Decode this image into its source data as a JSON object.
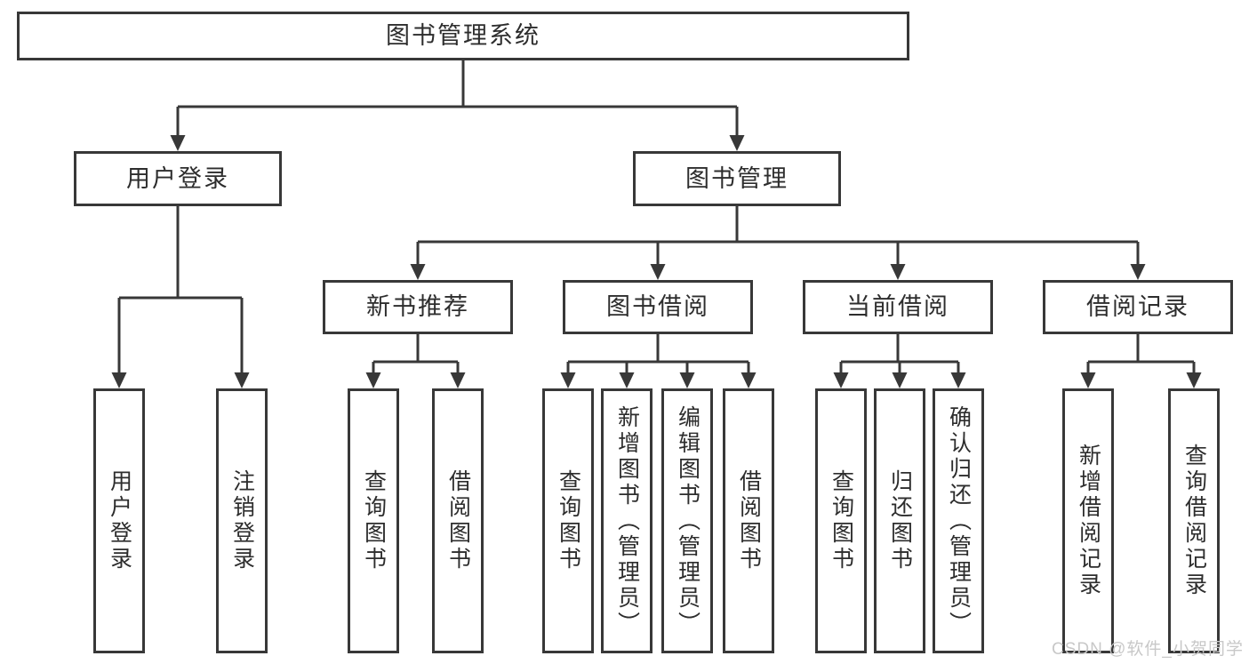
{
  "diagram": {
    "title": "图书管理系统",
    "root": {
      "label": "图书管理系统"
    },
    "level2": [
      {
        "label": "用户登录"
      },
      {
        "label": "图书管理"
      }
    ],
    "level3": [
      {
        "label": "新书推荐"
      },
      {
        "label": "图书借阅"
      },
      {
        "label": "当前借阅"
      },
      {
        "label": "借阅记录"
      }
    ],
    "leaves": {
      "user": [
        "用户登录",
        "注销登录"
      ],
      "recommend": [
        "查询图书",
        "借阅图书"
      ],
      "borrow": [
        "查询图书",
        "新增图书（管理员）",
        "编辑图书（管理员）",
        "借阅图书"
      ],
      "current": [
        "查询图书",
        "归还图书",
        "确认归还（管理员）"
      ],
      "records": [
        "新增借阅记录",
        "查询借阅记录"
      ]
    }
  },
  "watermark": "CSDN @软件_小贺同学",
  "colors": {
    "line": "#383838",
    "box_border": "#383838",
    "text": "#2d2d2d",
    "watermark": "#c8c8c8",
    "background": "#ffffff"
  }
}
